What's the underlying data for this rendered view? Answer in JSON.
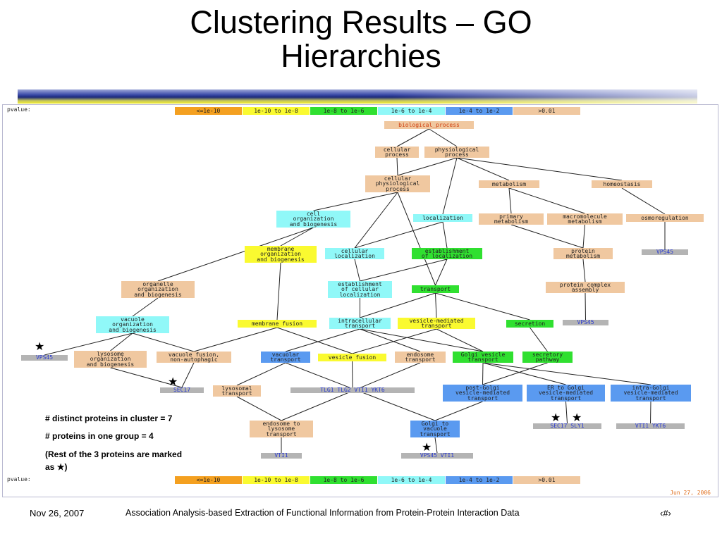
{
  "slide": {
    "title_line1": "Clustering Results – GO",
    "title_line2": "Hierarchies"
  },
  "legend": {
    "label": "pvalue:",
    "cells": [
      {
        "label": "<=1e-10",
        "color": "#f4a020"
      },
      {
        "label": "1e-10 to 1e-8",
        "color": "#fafa30"
      },
      {
        "label": "1e-8 to 1e-6",
        "color": "#30e030"
      },
      {
        "label": "1e-6 to 1e-4",
        "color": "#90f8f8"
      },
      {
        "label": "1e-4 to 1e-2",
        "color": "#5a9af0"
      },
      {
        "label": ">0.01",
        "color": "#f0c8a0"
      }
    ]
  },
  "nodes": {
    "biological_process": "biological_process",
    "cellular_process": "cellular\nprocess",
    "physiological_process": "physiological\nprocess",
    "cellular_physiological_process": "cellular\nphysiological\nprocess",
    "metabolism": "metabolism",
    "homeostasis": "homeostasis",
    "cell_org": "cell\norganization\nand biogenesis",
    "localization": "localization",
    "primary_metabolism": "primary\nmetabolism",
    "macromolecule_metabolism": "macromolecule\nmetabolism",
    "osmoregulation": "osmoregulation",
    "vps45_osmo": "VPS45",
    "membrane_org": "membrane\norganization\nand biogenesis",
    "cellular_localization": "cellular\nlocalization",
    "establishment_localization": "establishment\nof localization",
    "protein_metabolism": "protein\nmetabolism",
    "organelle_org": "organelle\norganization\nand biogenesis",
    "establishment_cellular": "establishment\nof cellular\nlocalization",
    "transport": "transport",
    "protein_complex": "protein complex\nassembly",
    "vacuole_org": "vacuole\norganization\nand biogenesis",
    "membrane_fusion": "membrane fusion",
    "intracellular_transport": "intracellular\ntransport",
    "vesicle_mediated": "vesicle-mediated\ntransport",
    "secretion": "secretion",
    "vps45_pc": "VPS45",
    "vps45_left": "VPS45",
    "lysosome_org": "lysosome\norganization\nand biogenesis",
    "vacuole_fusion": "vacuole fusion,\nnon-autophagic",
    "vacuolar_transport": "vacuolar\ntransport",
    "vesicle_fusion": "vesicle fusion",
    "endosome_transport": "endosome\ntransport",
    "golgi_vesicle": "Golgi vesicle\ntransport",
    "secretory_pathway": "secretory\npathway",
    "sec17_left": "SEC17",
    "lysosomal_transport": "lysosomal\ntransport",
    "tlg_group": "TLG1 TLG2 VTI1 YKT6",
    "post_golgi": "post-Golgi\nvesicle-mediated\ntransport",
    "er_to_golgi": "ER to Golgi\nvesicle-mediated\ntransport",
    "intra_golgi": "intra-Golgi\nvesicle-mediated\ntransport",
    "endosome_lysosome": "endosome to\nlysosome\ntransport",
    "golgi_vacuole": "Golgi to\nvacuole\ntransport",
    "sec17_sly1": "SEC17 SLY1",
    "vti1_ykt6": "VTI1 YKT6",
    "vti1": "VTI1",
    "vps45_vti1": "VPS45 VTI1"
  },
  "notes": {
    "line1": "# distinct proteins in cluster = 7",
    "line2": "# proteins in one group = 4",
    "line3": "(Rest of the 3 proteins are  marked",
    "line4a": "as",
    "line4b": ")"
  },
  "star_glyph": "★",
  "diagram_date": "Jun 27, 2006",
  "footer": {
    "date": "Nov 26, 2007",
    "caption": "Association Analysis-based Extraction of Functional Information from Protein-Protein Interaction Data",
    "page": "‹#›"
  }
}
